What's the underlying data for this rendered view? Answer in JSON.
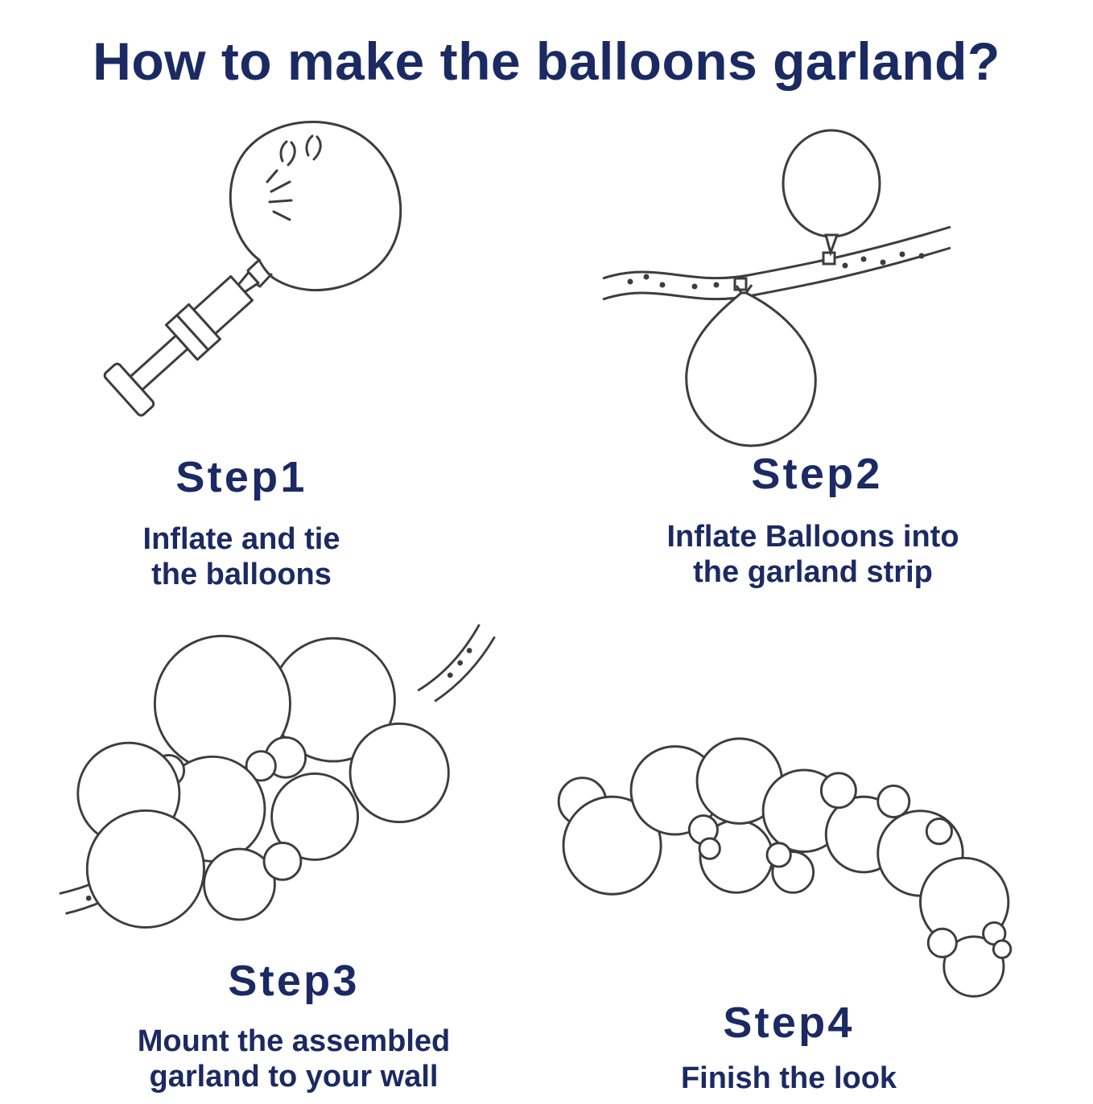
{
  "title": "How to make the balloons garland?",
  "steps": [
    {
      "label": "Step1",
      "caption_lines": [
        "Inflate and tie",
        "the balloons"
      ],
      "illustration": "balloon-pump-inflating-balloon"
    },
    {
      "label": "Step2",
      "caption_lines": [
        "Inflate Balloons into",
        "the garland strip"
      ],
      "illustration": "balloons-attached-to-garland-strip"
    },
    {
      "label": "Step3",
      "caption_lines": [
        "Mount the assembled",
        "garland to your wall"
      ],
      "illustration": "assembled-balloon-garland-cluster"
    },
    {
      "label": "Step4",
      "caption_lines": [
        "Finish the look"
      ],
      "illustration": "finished-balloon-garland-arch"
    }
  ],
  "colors": {
    "text": "#1b2a63",
    "line_art": "#3d3d3d",
    "background": "#ffffff"
  }
}
